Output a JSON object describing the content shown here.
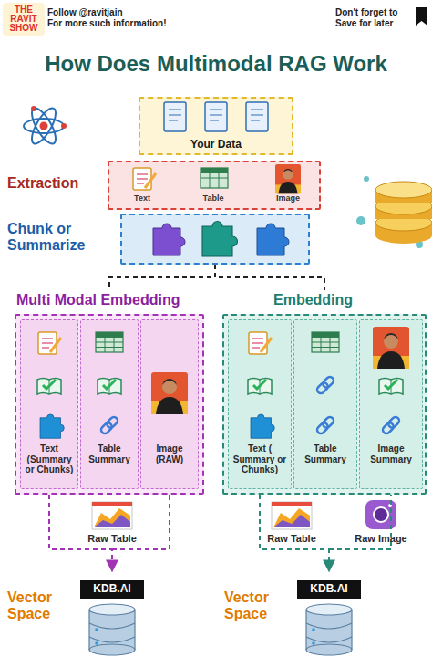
{
  "diagram": {
    "title": "How Does Multimodal RAG Work",
    "nodes": [
      {
        "text": [
          "Your Data"
        ]
      },
      {
        "text": [
          "Extraction"
        ]
      },
      {
        "text": [
          "Chunk or Summarize"
        ]
      },
      {
        "text": [
          "Multi Modal Embedding"
        ]
      },
      {
        "text": [
          "Text (Summary or Chunks)"
        ],
        "in": 3
      },
      {
        "text": [
          "Table Summary"
        ],
        "in": 3
      },
      {
        "text": [
          "Image (RAW)"
        ],
        "in": 3
      },
      {
        "text": [
          "Embedding"
        ]
      },
      {
        "text": [
          "Text ( Summary or Chunks)"
        ],
        "in": 7
      },
      {
        "text": [
          "Table Summary"
        ],
        "in": 7
      },
      {
        "text": [
          "Image Summary"
        ],
        "in": 7
      },
      {
        "text": [
          "Vector Space",
          "KDB.AI"
        ]
      },
      {
        "text": [
          "Vector Space",
          "KDB.AI"
        ]
      }
    ],
    "edges": [
      {
        "from": 2,
        "to": 3,
        "arrow": "none"
      },
      {
        "from": 2,
        "to": 7,
        "arrow": "none"
      },
      {
        "from": 3,
        "to": 11,
        "arrow": "to"
      },
      {
        "from": 7,
        "to": 12,
        "arrow": "to"
      }
    ],
    "labels": [
      "THE RAVIT SHOW",
      "Follow @ravitjain",
      "For more such information!",
      "Don't forget to",
      "Save for later",
      "Text",
      "Table",
      "Image",
      "Raw Table",
      "Raw Table",
      "Raw Image"
    ]
  }
}
